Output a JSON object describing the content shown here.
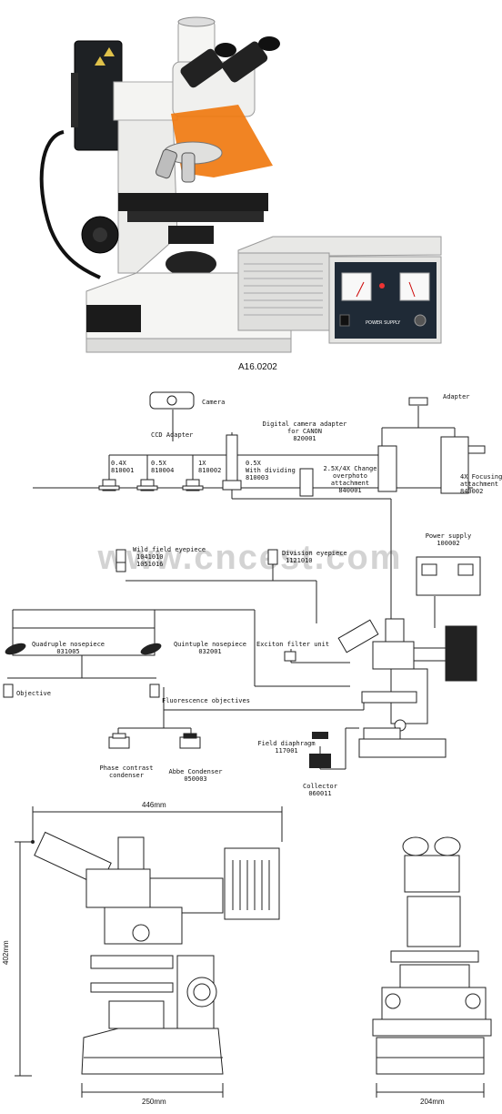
{
  "product": {
    "model": "A16.0202",
    "power_panel_text": "POWER SUPPLY"
  },
  "watermark": "www.cncest.com",
  "diagram": {
    "camera": "Camera",
    "ccd_adapter": "CCD Adapter",
    "adapter": "Adapter",
    "digital_camera_adapter": [
      "Digital camera adapter",
      "for CANON",
      "820001"
    ],
    "opt_04x": [
      "0.4X",
      "810001"
    ],
    "opt_05x": [
      "0.5X",
      "810004"
    ],
    "opt_1x": [
      "1X",
      "810002"
    ],
    "opt_05x_div": [
      "0.5X",
      "With dividing",
      "810003"
    ],
    "change_overphoto": [
      "2.5X/4X Change",
      "overphoto",
      "attachment",
      "840001"
    ],
    "focusing_attach": [
      "4X Focusing",
      "attachment",
      "840002"
    ],
    "power_supply": [
      "Power supply",
      "100002"
    ],
    "wide_field_eyepiece": [
      "Wild field eyepiece",
      "1041010",
      "1051016"
    ],
    "division_eyepiece": [
      "Division eyepiece",
      "1121010"
    ],
    "quadruple_nosepiece": [
      "Quadruple nosepiece",
      "031005"
    ],
    "quintuple_nosepiece": [
      "Quintuple nosepiece",
      "032001"
    ],
    "exciton_filter": "Exciton filter unit",
    "objective": "Objective",
    "fluorescence_objectives": "Fluorescence objectives",
    "field_diaphragm": [
      "Field diaphragm",
      "117001"
    ],
    "phase_contrast_condenser": [
      "Phase contrast",
      "condenser"
    ],
    "abbe_condenser": [
      "Abbe Condenser",
      "050003"
    ],
    "collector": [
      "Collector",
      "060011"
    ]
  },
  "dimensions": {
    "width_total": "446mm",
    "height": "402mm",
    "base_width": "250mm",
    "side_width": "204mm"
  },
  "colors": {
    "filter_orange": "#f07a10",
    "body_white": "#f2f2f0",
    "body_dark": "#1b1b1b",
    "line": "#222222"
  }
}
